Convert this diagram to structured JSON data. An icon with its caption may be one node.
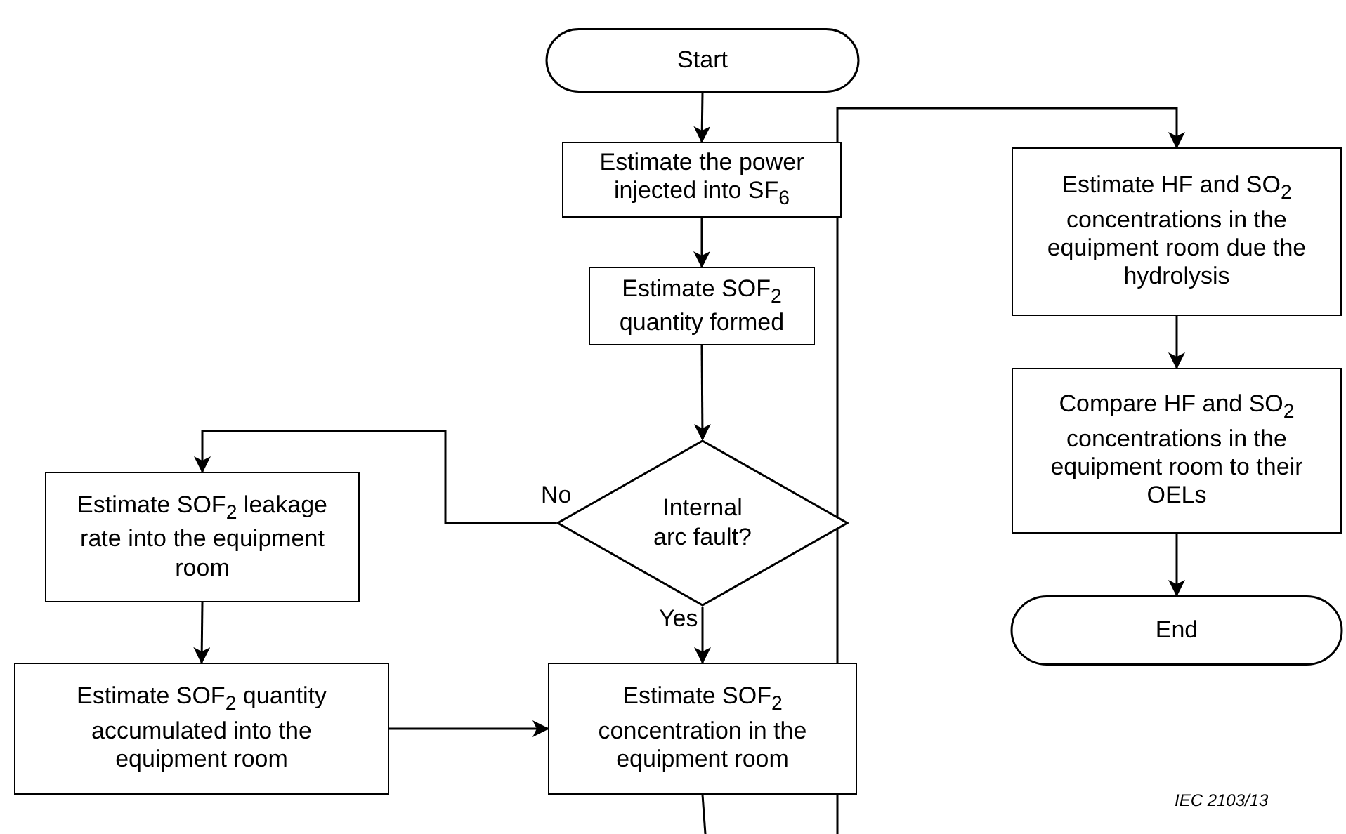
{
  "diagram": {
    "nodes": [
      {
        "text": [
          "Start"
        ]
      },
      {
        "text": [
          "Estimate the power injected into SF$_{6}$"
        ]
      },
      {
        "text": [
          "Estimate SOF$_{2}$ quantity formed"
        ]
      },
      {
        "text": [
          "Internal arc fault?"
        ]
      },
      {
        "text": [
          "Estimate SOF$_{2}$ leakage rate into the equipment room"
        ]
      },
      {
        "text": [
          "Estimate SOF$_{2}$ quantity accumulated into the equipment room"
        ]
      },
      {
        "text": [
          "Estimate SOF$_{2}$ concentration in the equipment room"
        ]
      },
      {
        "text": [
          "Estimate HF and SO$_{2}$ concentrations in the equipment room due the hydrolysis"
        ]
      },
      {
        "text": [
          "Compare HF and SO$_{2}$ concentrations in the equipment room to their OELs"
        ]
      },
      {
        "text": [
          "End"
        ]
      }
    ],
    "edges": [
      {
        "from": 0,
        "to": 1,
        "arrow": "to"
      },
      {
        "from": 1,
        "to": 2,
        "arrow": "to"
      },
      {
        "from": 2,
        "to": 3,
        "arrow": "to"
      },
      {
        "from": 3,
        "to": 4,
        "arrow": "to",
        "label": "No"
      },
      {
        "from": 3,
        "to": 6,
        "arrow": "to",
        "label": "Yes"
      },
      {
        "from": 4,
        "to": 5,
        "arrow": "to"
      },
      {
        "from": 5,
        "to": 6,
        "arrow": "to"
      },
      {
        "from": 6,
        "to": null,
        "arrow": "none"
      },
      {
        "from": null,
        "to": 7,
        "arrow": "to"
      },
      {
        "from": 7,
        "to": 8,
        "arrow": "to"
      },
      {
        "from": 8,
        "to": 9,
        "arrow": "to"
      }
    ],
    "labels": [
      "IEC 2103/13"
    ]
  }
}
